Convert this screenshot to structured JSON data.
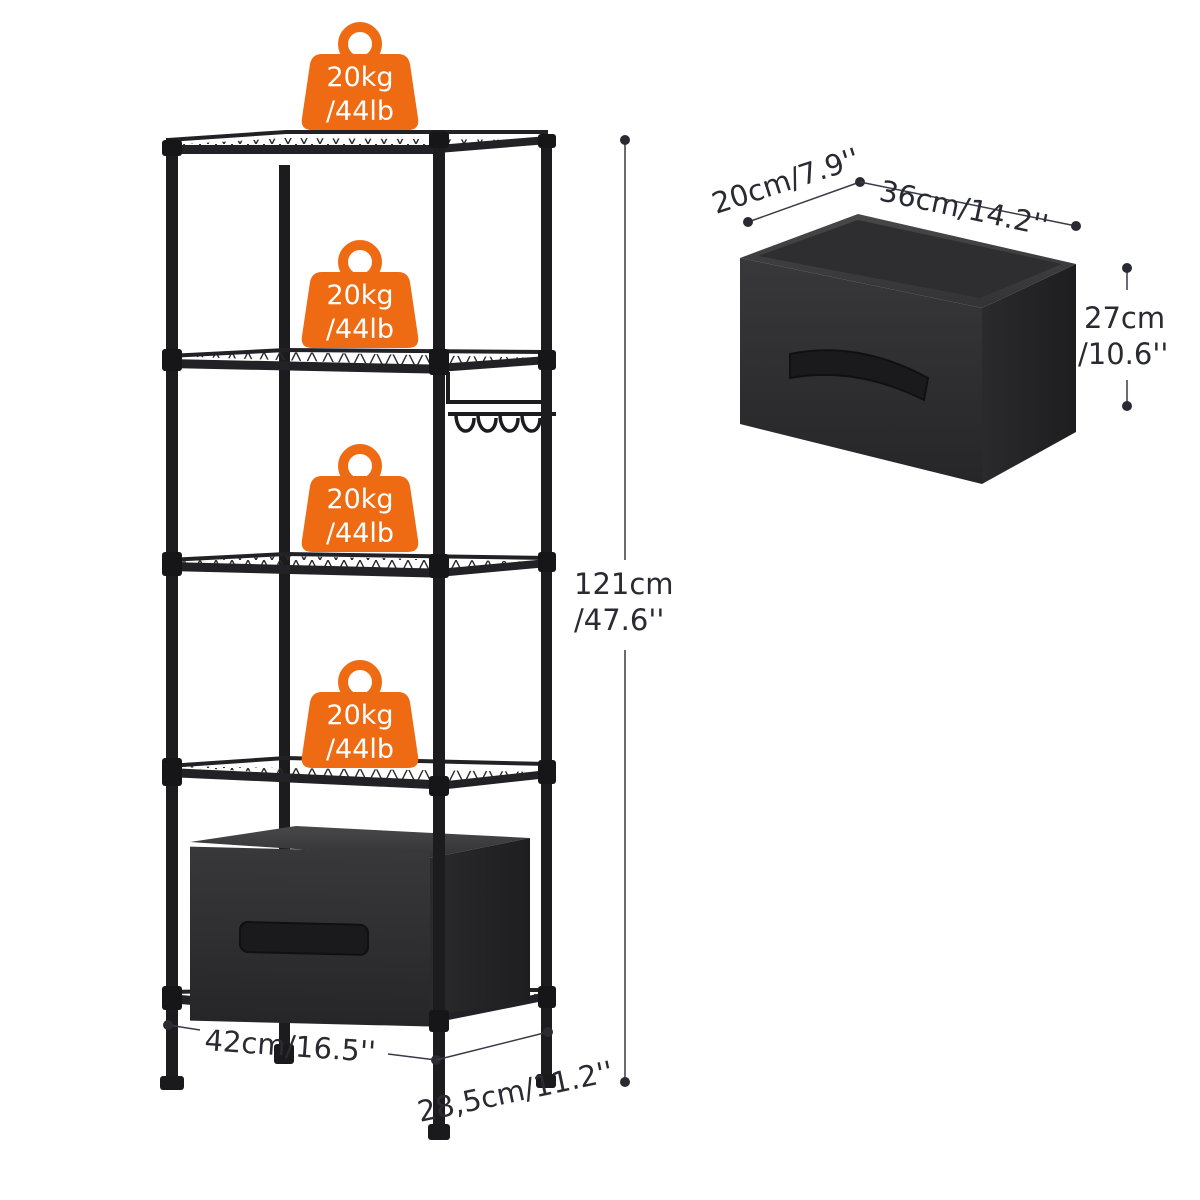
{
  "colors": {
    "background": "#ffffff",
    "shelf_metal": "#1f1f22",
    "shelf_edge": "#3a3a3e",
    "box_fabric": "#2a2a2c",
    "box_inner": "#3b3b3e",
    "weight_badge": "#ee6b14",
    "badge_text": "#ffffff",
    "dimension_text": "#2a2a32",
    "dimension_line": "#3a3a48"
  },
  "weight_badges": [
    {
      "line1": "20kg",
      "line2": "/44lb"
    },
    {
      "line1": "20kg",
      "line2": "/44lb"
    },
    {
      "line1": "20kg",
      "line2": "/44lb"
    },
    {
      "line1": "20kg",
      "line2": "/44lb"
    }
  ],
  "shelf_dimensions": {
    "height_line1": "121cm",
    "height_line2": "/47.6''",
    "width": "42cm/16.5''",
    "depth": "28,5cm/11.2''"
  },
  "box_dimensions": {
    "depth": "20cm/7.9''",
    "width": "36cm/14.2''",
    "height_line1": "27cm",
    "height_line2": "/10.6''"
  },
  "icons": [
    "weight-icon",
    "wire-shelving-unit",
    "fabric-drawer-box",
    "hook-rack"
  ]
}
